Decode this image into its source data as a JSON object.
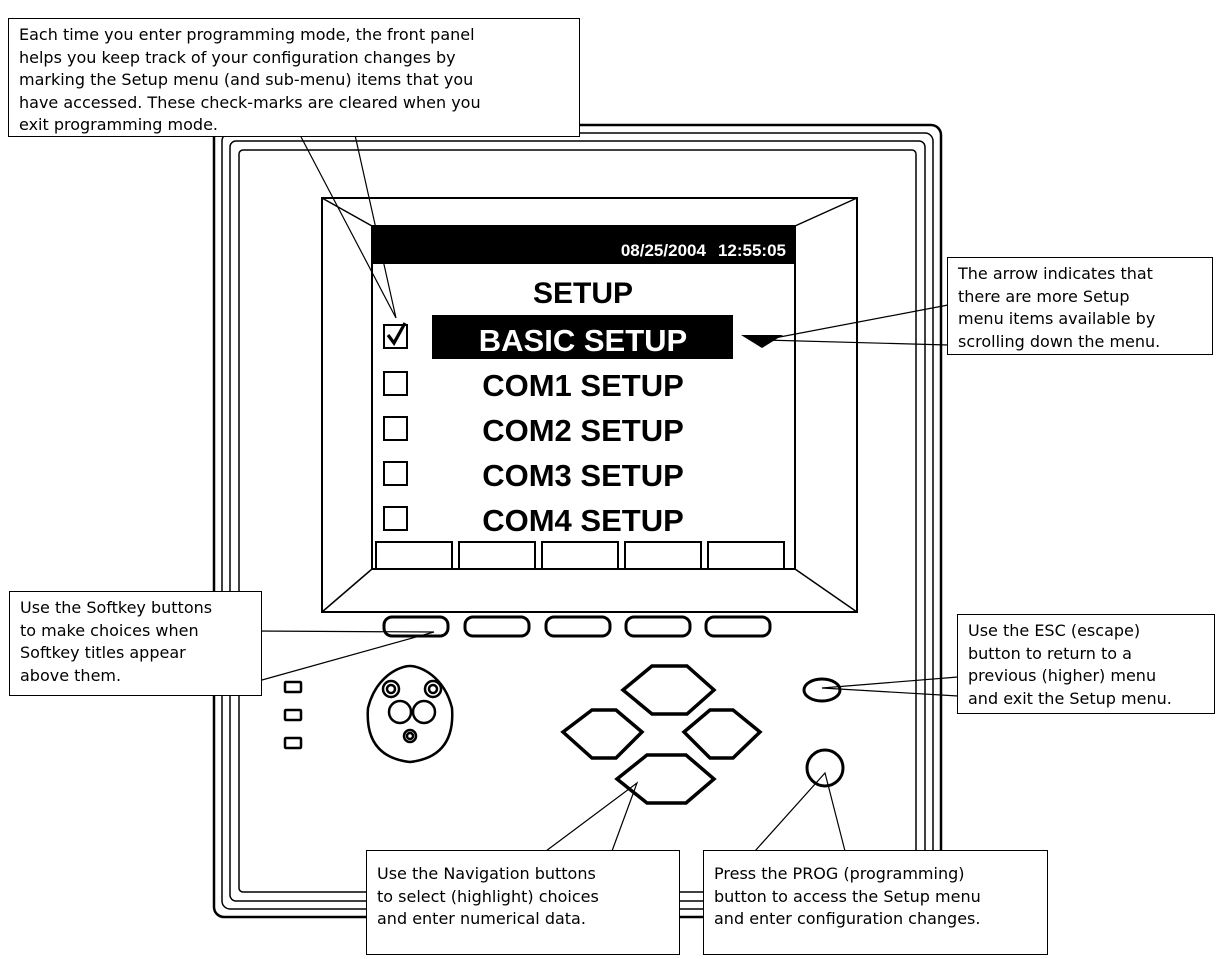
{
  "lcd": {
    "date": "08/25/2004",
    "time": "12:55:05",
    "title": "SETUP",
    "items": [
      {
        "label": "BASIC SETUP",
        "checked": true,
        "selected": true
      },
      {
        "label": "COM1 SETUP",
        "checked": false,
        "selected": false
      },
      {
        "label": "COM2 SETUP",
        "checked": false,
        "selected": false
      },
      {
        "label": "COM3 SETUP",
        "checked": false,
        "selected": false
      },
      {
        "label": "COM4 SETUP",
        "checked": false,
        "selected": false
      }
    ]
  },
  "callouts": {
    "checkmarks": {
      "lines": [
        "Each time you enter programming mode, the front panel",
        "helps you keep track of your configuration changes by",
        "marking the Setup menu (and sub-menu) items that you",
        "have accessed. These check-marks are cleared when you",
        "exit programming mode."
      ]
    },
    "arrow": {
      "lines": [
        "The arrow indicates that",
        "there are more Setup",
        "menu items available by",
        "scrolling down the menu."
      ]
    },
    "softkey": {
      "lines": [
        "Use the Softkey buttons",
        "to make choices when",
        "Softkey titles appear",
        "above them."
      ]
    },
    "esc": {
      "lines": [
        "Use the ESC (escape)",
        "button to return to a",
        "previous (higher) menu",
        "and exit the Setup menu."
      ]
    },
    "nav": {
      "lines": [
        "Use the Navigation buttons",
        "to select (highlight) choices",
        "and enter numerical data."
      ]
    },
    "prog": {
      "lines": [
        "Press the PROG (programming)",
        "button to access the Setup menu",
        "and enter configuration changes."
      ]
    }
  }
}
